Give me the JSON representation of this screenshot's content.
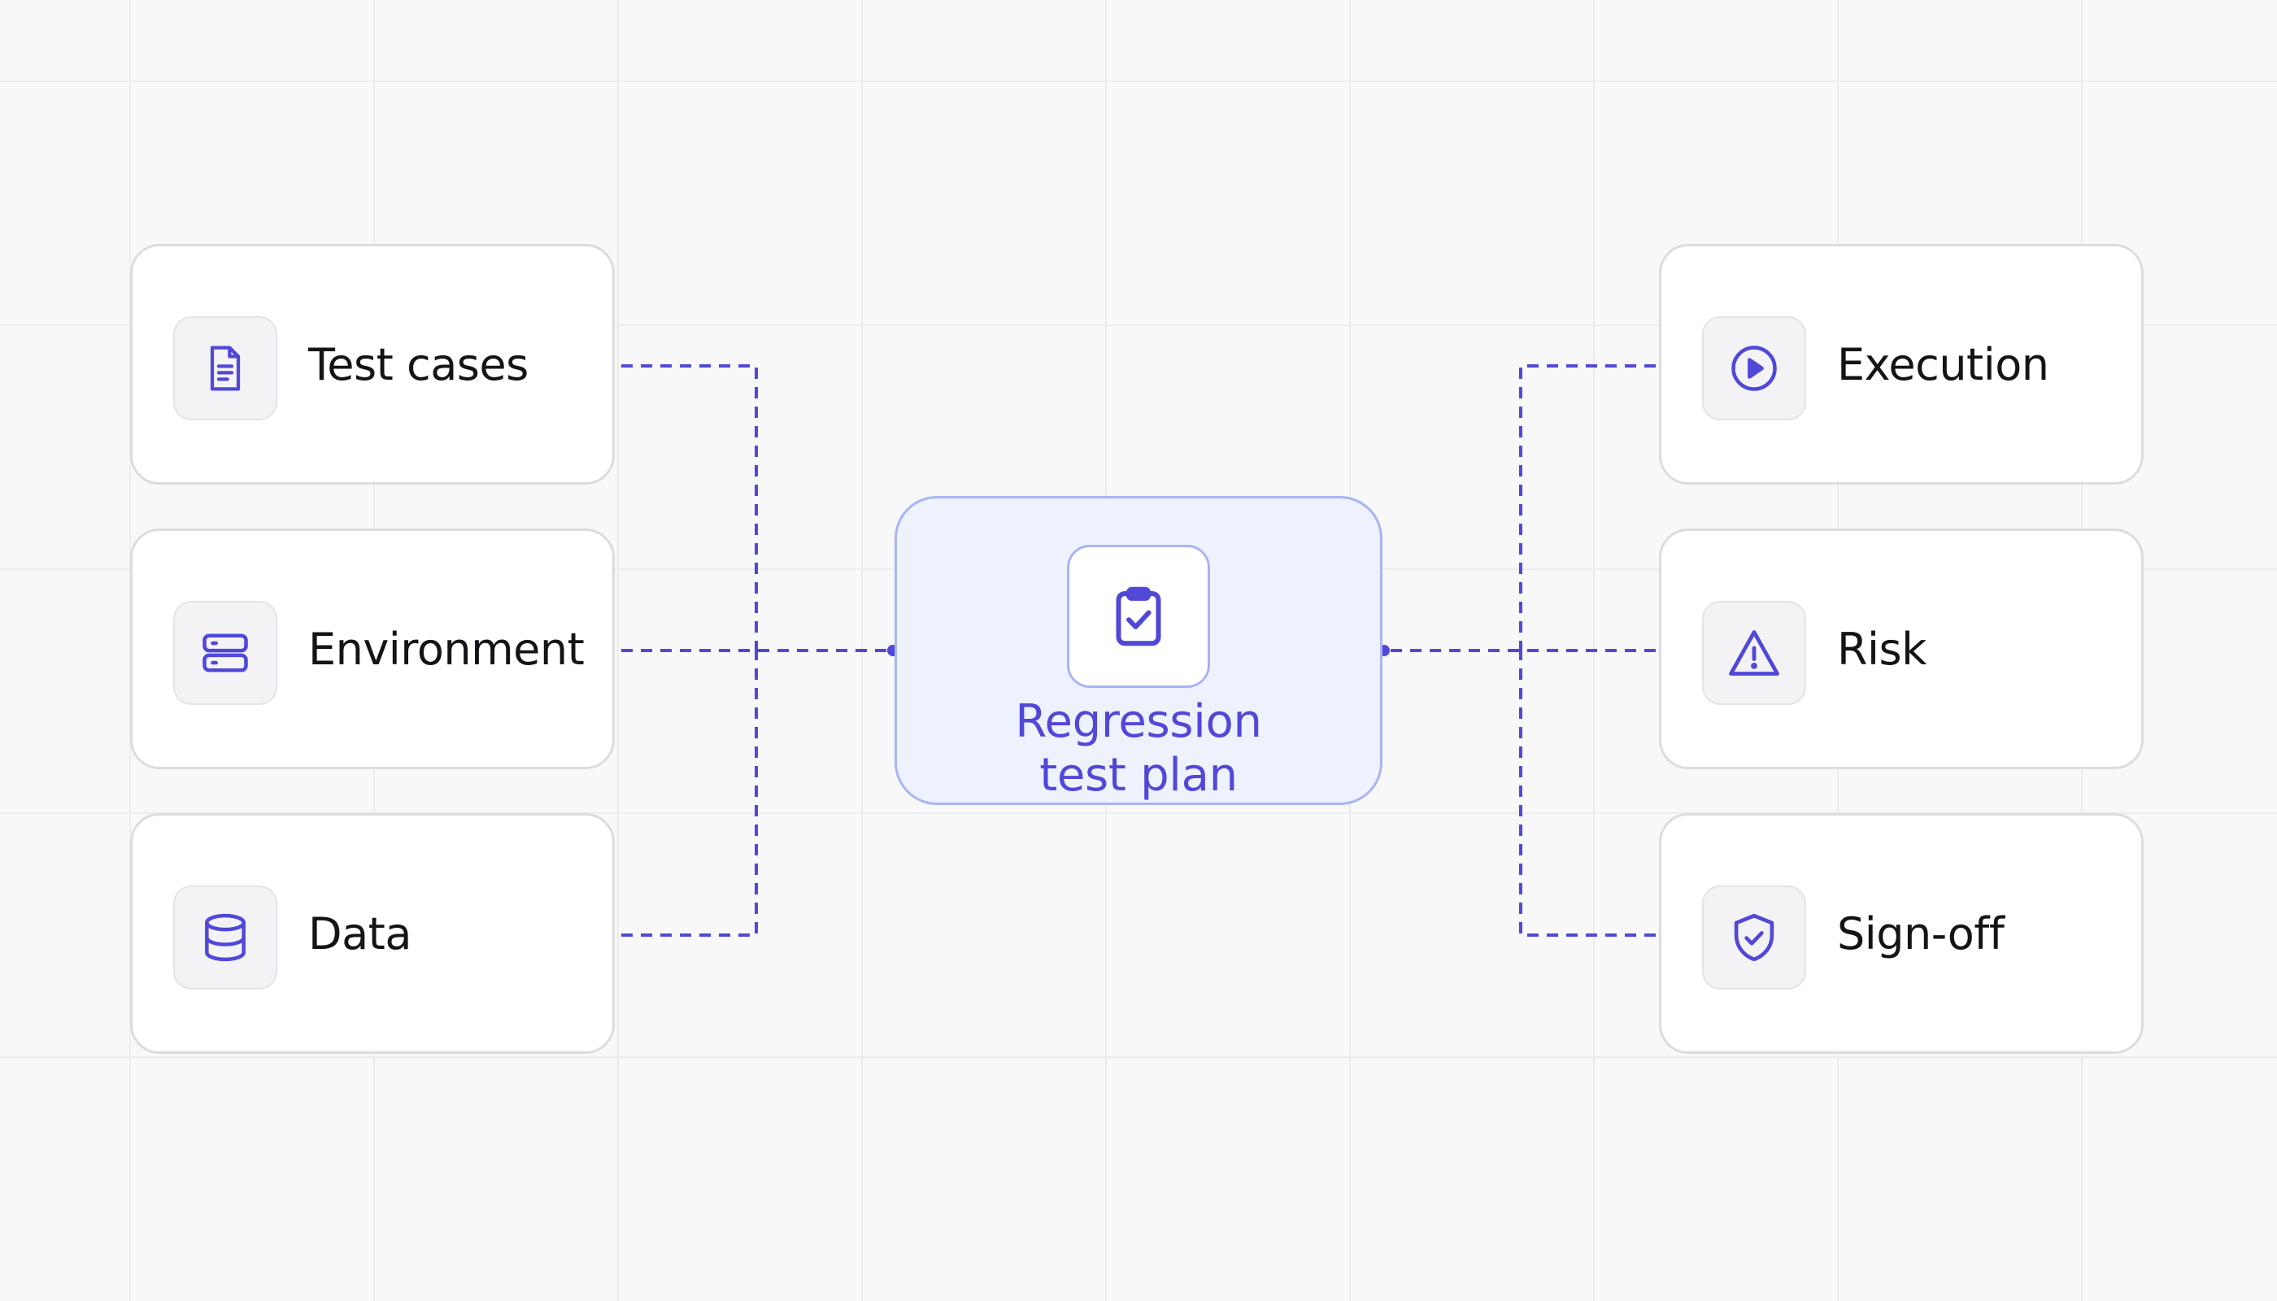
{
  "accent_color": "#5148d8",
  "inputs": [
    {
      "label": "Test cases",
      "icon": "document-icon"
    },
    {
      "label": "Environment",
      "icon": "server-icon"
    },
    {
      "label": "Data",
      "icon": "database-icon"
    }
  ],
  "hub": {
    "title_line1": "Regression",
    "title_line2": "test plan",
    "icon": "clipboard-check-icon"
  },
  "outputs": [
    {
      "label": "Execution",
      "icon": "play-circle-icon"
    },
    {
      "label": "Risk",
      "icon": "warning-triangle-icon"
    },
    {
      "label": "Sign-off",
      "icon": "shield-check-icon"
    }
  ]
}
